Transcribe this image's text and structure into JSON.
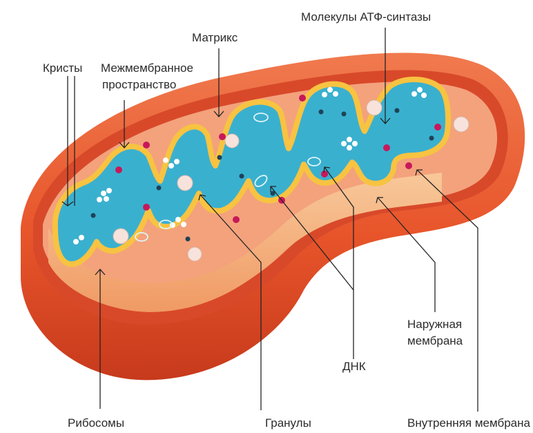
{
  "labels": {
    "cristae": "Кристы",
    "intermembrane_line1": "Межмембранное",
    "intermembrane_line2": "пространство",
    "matrix": "Матрикс",
    "atp_synthase": "Молекулы АТФ-синтазы",
    "ribosomes": "Рибосомы",
    "granules": "Гранулы",
    "dna": "ДНК",
    "outer_membrane_line1": "Наружная",
    "outer_membrane_line2": "мембрана",
    "inner_membrane": "Внутренняя мембрана"
  },
  "colors": {
    "outer_membrane": "#e8552b",
    "outer_membrane_dark": "#c73a1c",
    "intermembrane_space": "#f3a27c",
    "inner_membrane": "#f7c341",
    "cristae_wall": "#f3b278",
    "matrix": "#3ab0cf",
    "ribosome": "#ffffff",
    "granule": "#f7e3dc",
    "dna": "#dff4fa",
    "atp_synthase": "#c8185a"
  }
}
